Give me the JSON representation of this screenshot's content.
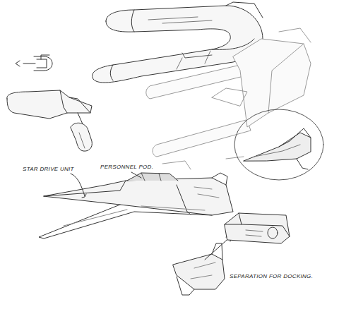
{
  "diagram": {
    "labels": [
      "STAR DRIVE UNIT",
      "PERSONNEL POD.",
      "SEPARATION FOR DOCKING."
    ]
  }
}
